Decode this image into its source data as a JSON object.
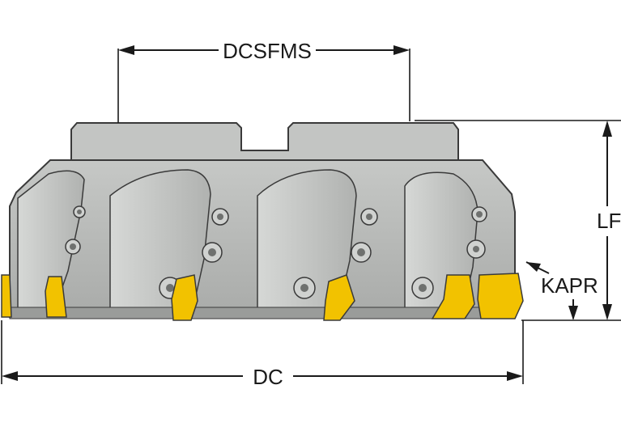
{
  "dimensions": {
    "dcsfms": "DCSFMS",
    "lf": "LF",
    "kapr": "KAPR",
    "dc": "DC"
  },
  "colors": {
    "body_light": "#c9cbc9",
    "body_mid": "#b4b6b4",
    "body_dark": "#8f918f",
    "outline": "#3a3a3a",
    "insert_gold": "#f2c200",
    "insert_gold_dark": "#c99a00",
    "screw": "#6f716f",
    "line": "#1a1a1a"
  }
}
